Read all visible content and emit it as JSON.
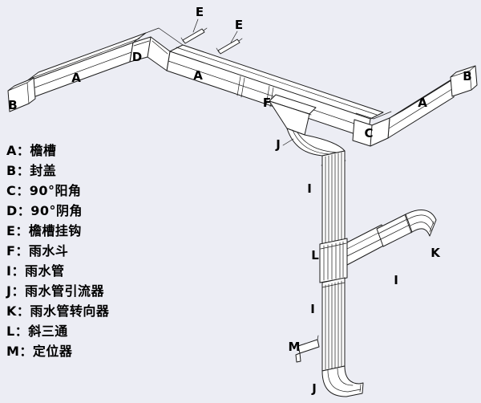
{
  "colors": {
    "background": "#ecedf4",
    "line": "#1c1c1c",
    "text": "#000000",
    "fill": "#ffffff"
  },
  "legend": {
    "items": [
      "A：檐槽",
      "B：封盖",
      "C：90°阳角",
      "D：90°阴角",
      "E：檐槽挂钩",
      "F：雨水斗",
      "I：雨水管",
      "J：雨水管引流器",
      "K：雨水管转向器",
      "L：斜三通",
      "M：定位器"
    ]
  },
  "marks": {
    "e1": "E",
    "e2": "E",
    "d": "D",
    "a1": "A",
    "a2": "A",
    "a3": "A",
    "b1": "B",
    "b2": "B",
    "f": "F",
    "c": "C",
    "j1": "J",
    "j2": "J",
    "i1": "I",
    "i2": "I",
    "i3": "I",
    "k": "K",
    "l": "L",
    "m": "M"
  }
}
